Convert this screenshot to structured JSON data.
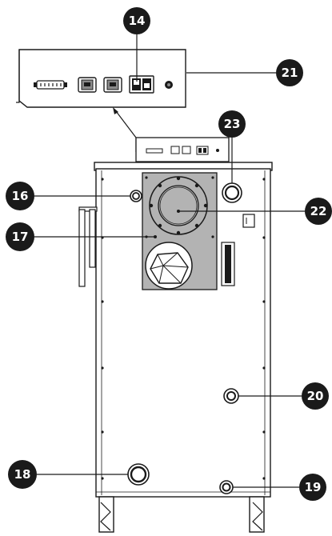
{
  "callouts": [
    {
      "id": "c14",
      "label": "14"
    },
    {
      "id": "c21",
      "label": "21"
    },
    {
      "id": "c23",
      "label": "23"
    },
    {
      "id": "c16",
      "label": "16"
    },
    {
      "id": "c22",
      "label": "22"
    },
    {
      "id": "c17",
      "label": "17"
    },
    {
      "id": "c20",
      "label": "20"
    },
    {
      "id": "c18",
      "label": "18"
    },
    {
      "id": "c19",
      "label": "19"
    }
  ]
}
